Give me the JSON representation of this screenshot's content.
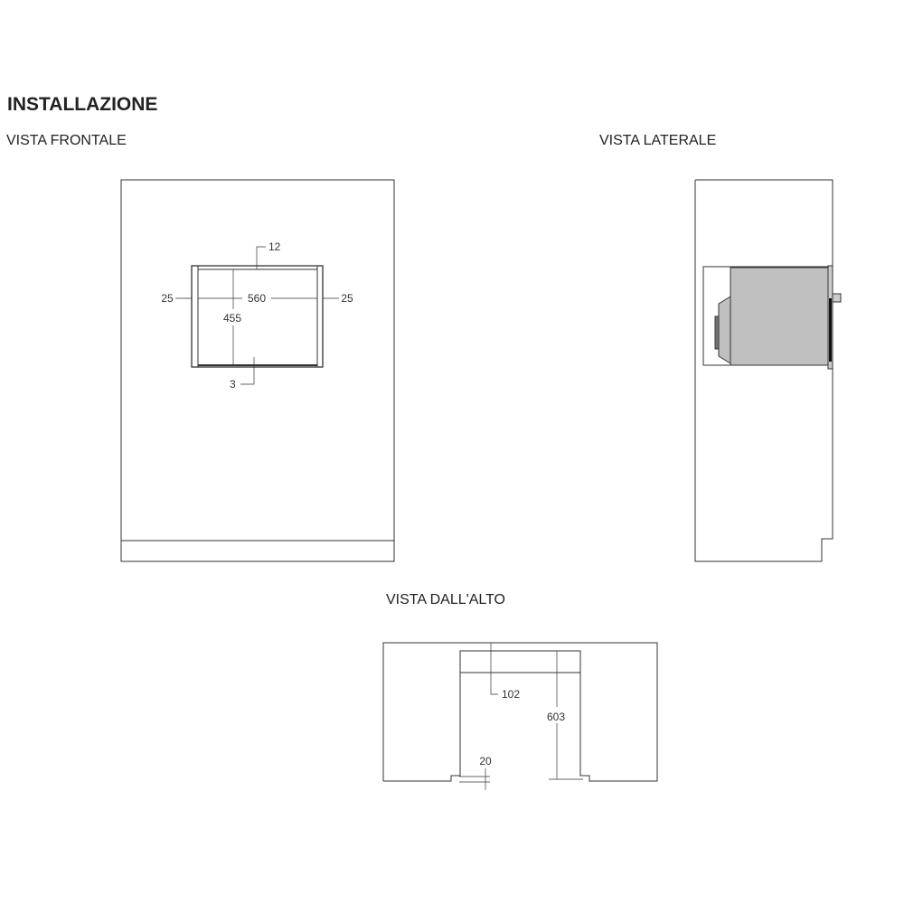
{
  "title": "INSTALLAZIONE",
  "views": {
    "front": "VISTA FRONTALE",
    "side": "VISTA LATERALE",
    "top": "VISTA DALL'ALTO"
  },
  "dimensions": {
    "front": {
      "top_gap": "12",
      "left_gap": "25",
      "width": "560",
      "right_gap": "25",
      "height": "455",
      "bottom_gap": "3"
    },
    "top": {
      "depth_offset": "102",
      "depth": "603",
      "step": "20"
    }
  },
  "colors": {
    "line": "#333333",
    "oven": "#c0c0c0",
    "door": "#111111"
  }
}
